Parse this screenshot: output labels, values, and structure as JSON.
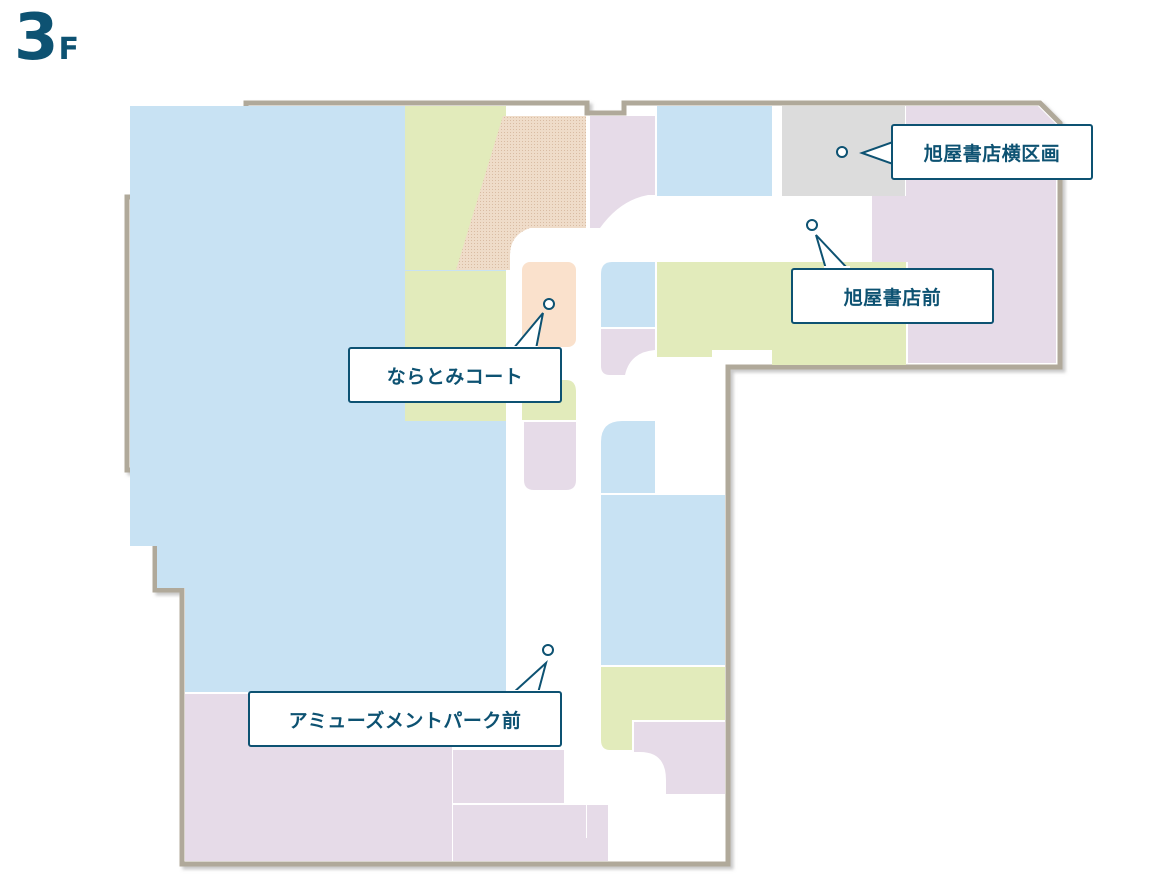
{
  "floor": {
    "number": "3",
    "unit": "F"
  },
  "colors": {
    "outline": "#b0a99a",
    "corridor": "#ffffff",
    "zone_blue": "#c8e2f3",
    "zone_green": "#e2ebbb",
    "zone_purple": "#e6dbe8",
    "zone_orange": "#fae1cc",
    "zone_gray": "#dcdcdc",
    "zone_hatch": "#ecd4c0",
    "label": "#0d5272"
  },
  "spots": [
    {
      "id": "asahiya-side",
      "label": "旭屋書店横区画"
    },
    {
      "id": "asahiya-front",
      "label": "旭屋書店前"
    },
    {
      "id": "naratomi-court",
      "label": "ならとみコート"
    },
    {
      "id": "amusement-front",
      "label": "アミューズメントパーク前"
    }
  ]
}
